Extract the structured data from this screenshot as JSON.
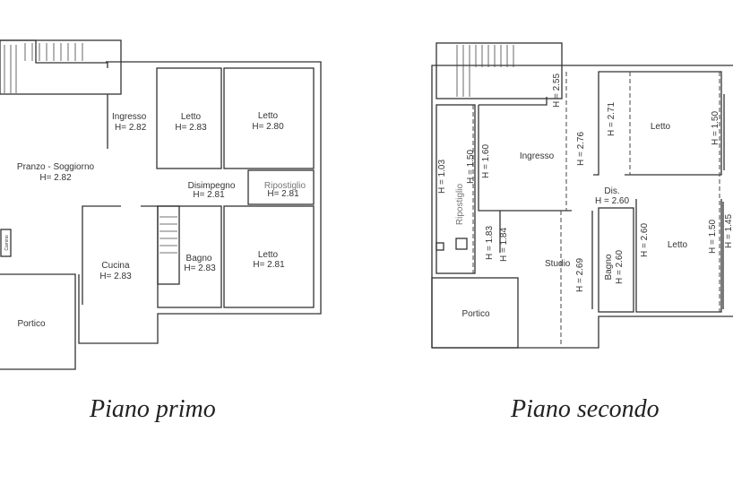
{
  "piano_primo": {
    "caption": "Piano primo",
    "rooms": [
      {
        "name": "Ingresso",
        "height": "H= 2.82"
      },
      {
        "name": "Letto",
        "height": "H= 2.83"
      },
      {
        "name": "Letto",
        "height": "H= 2.80"
      },
      {
        "name": "Pranzo - Soggiorno",
        "height": "H= 2.82"
      },
      {
        "name": "Disimpegno",
        "height": "H= 2.81"
      },
      {
        "name": "Ripostiglio",
        "height": "H= 2.81"
      },
      {
        "name": "Cucina",
        "height": "H= 2.83"
      },
      {
        "name": "Bagno",
        "height": "H= 2.83"
      },
      {
        "name": "Letto",
        "height": "H= 2.81"
      },
      {
        "name": "Portico"
      }
    ],
    "fixture": "Camino"
  },
  "piano_secondo": {
    "caption": "Piano secondo",
    "rooms": [
      {
        "name": "Ingresso"
      },
      {
        "name": "Letto"
      },
      {
        "name": "Letto"
      },
      {
        "name": "Ripostiglio"
      },
      {
        "name": "Dis.",
        "height": "H = 2.60"
      },
      {
        "name": "Studio"
      },
      {
        "name": "Bagno",
        "height": "H = 2.60"
      },
      {
        "name": "Portico"
      }
    ],
    "heights": [
      "H = 2.55",
      "H = 2.71",
      "H = 1.50",
      "H = 1.03",
      "H = 1.50",
      "H = 1.60",
      "H = 2.76",
      "H = 1.83",
      "H = 1.84",
      "H = 2.69",
      "H = 2.60",
      "H = 1.50",
      "H = 1.45"
    ]
  }
}
